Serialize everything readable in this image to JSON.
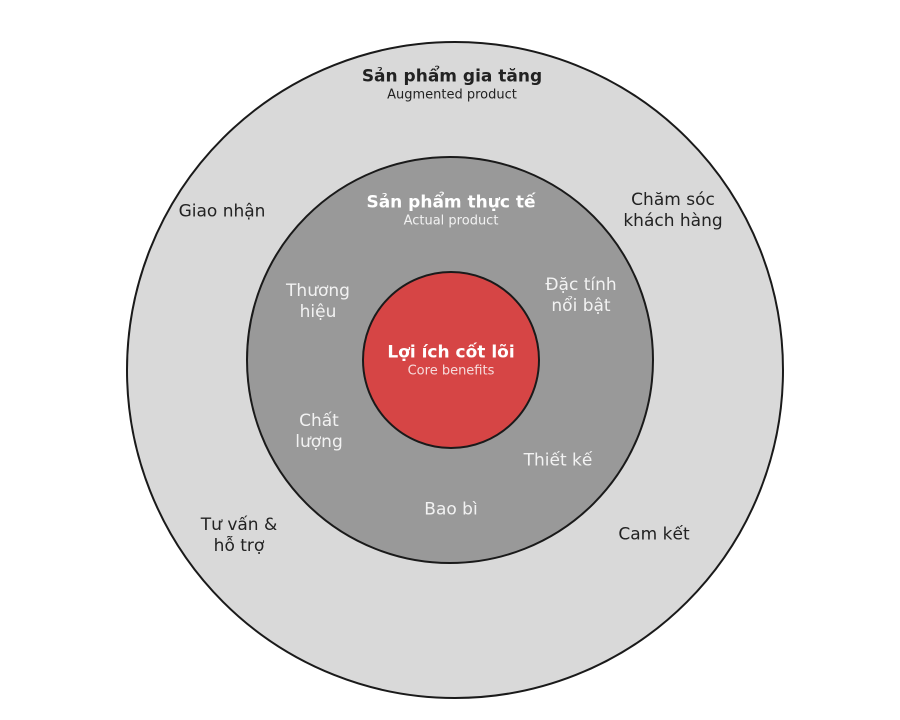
{
  "colors": {
    "augmented": "#d9d9d9",
    "actual": "#999999",
    "core": "#d64545",
    "stroke": "#1a1a1a"
  },
  "augmented": {
    "title": "Sản phẩm gia tăng",
    "subtitle": "Augmented product",
    "items": [
      "Giao nhận",
      "Chăm sóc\nkhách hàng",
      "Tư vấn &\nhỗ trợ",
      "Cam kết"
    ]
  },
  "actual": {
    "title": "Sản phẩm thực tế",
    "subtitle": "Actual product",
    "items": [
      "Thương\nhiệu",
      "Đặc tính\nnổi bật",
      "Chất\nlượng",
      "Thiết kế",
      "Bao bì"
    ]
  },
  "core": {
    "title": "Lợi ích cốt lõi",
    "subtitle": "Core benefits"
  }
}
